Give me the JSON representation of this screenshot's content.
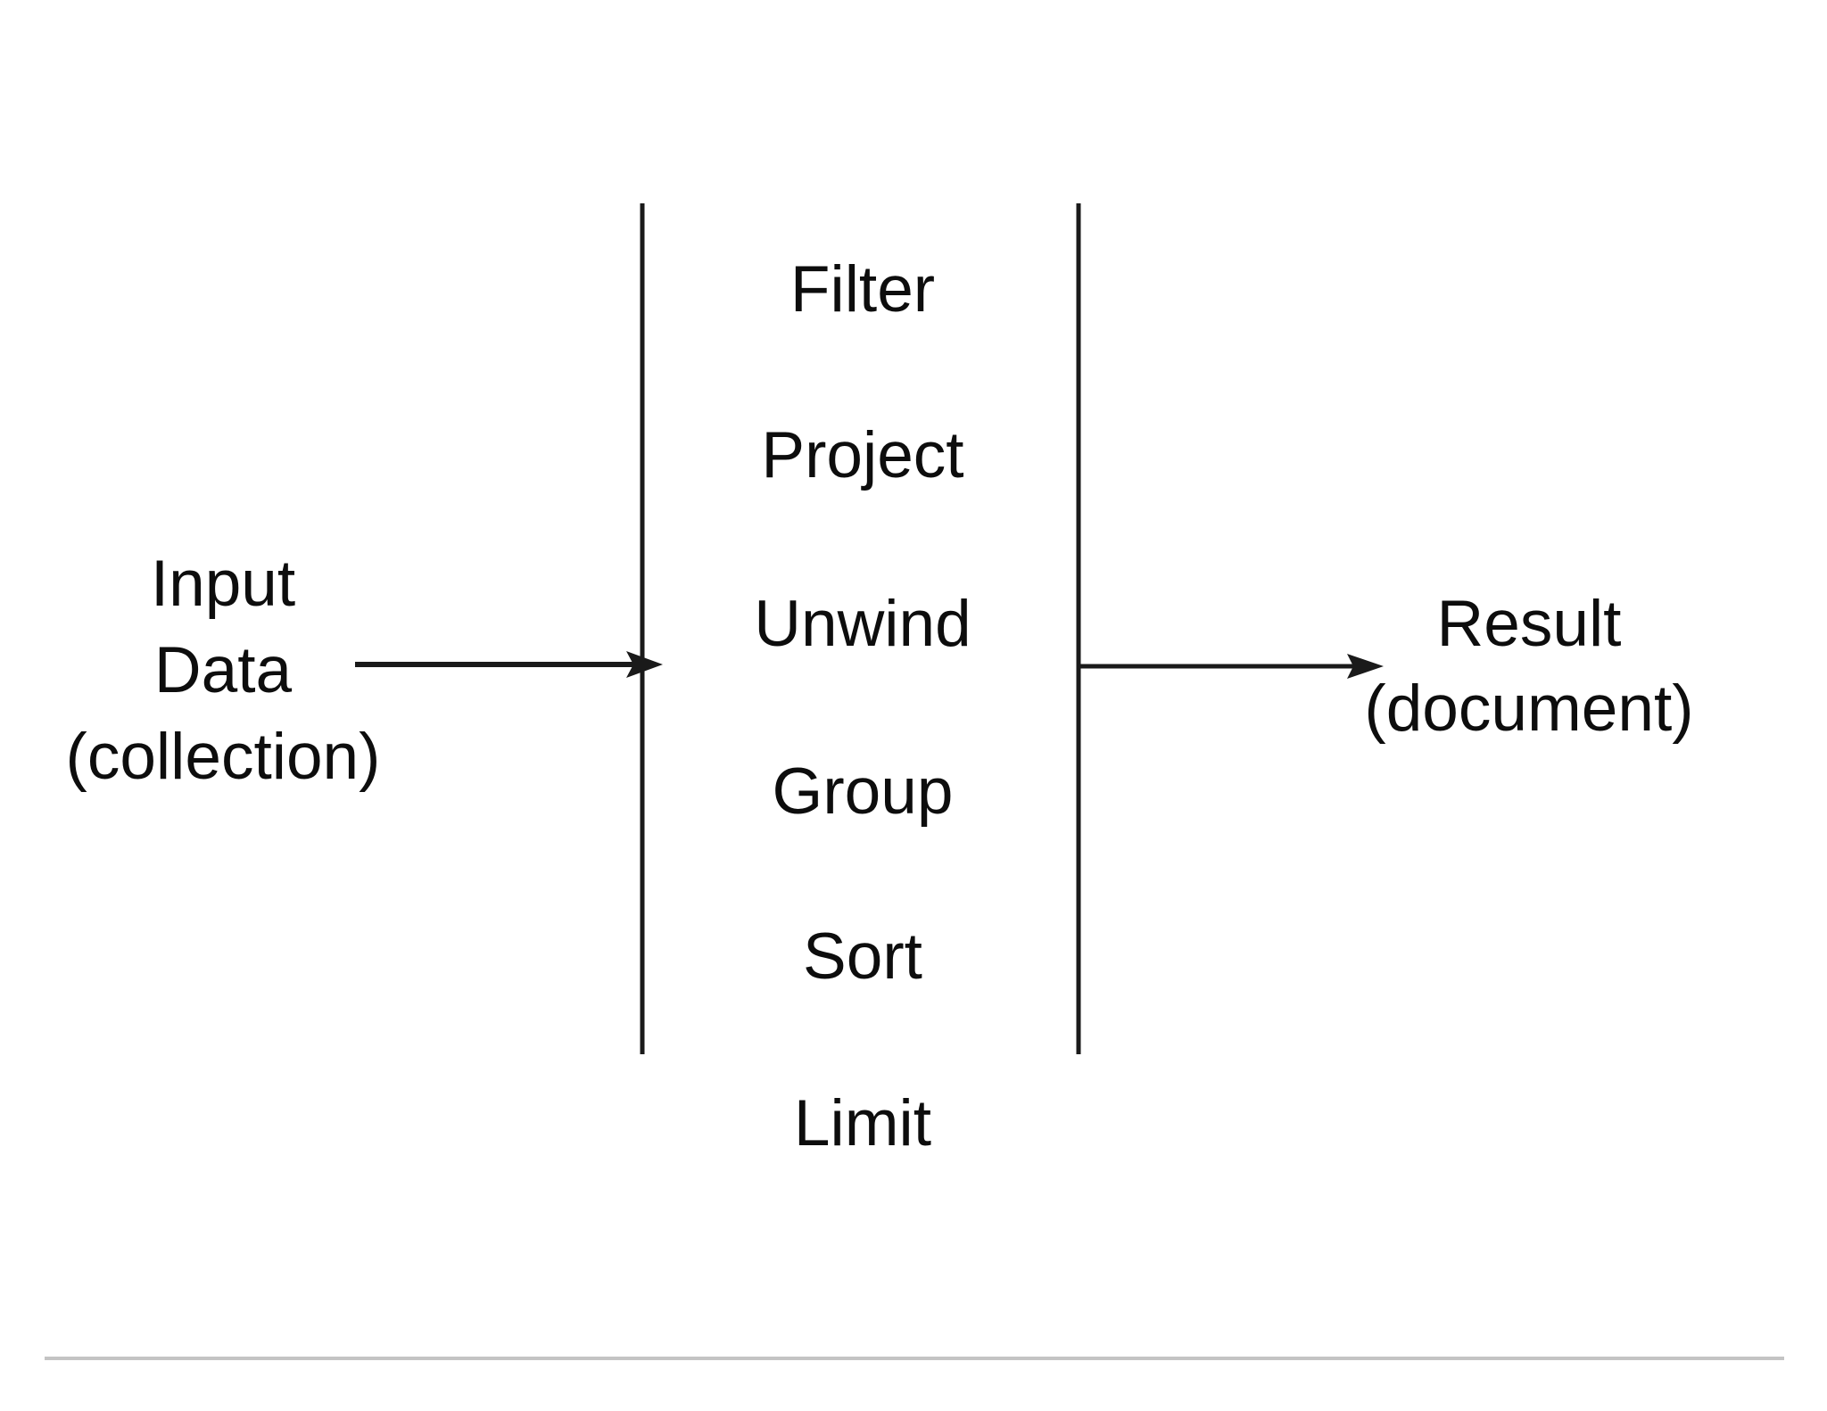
{
  "diagram": {
    "input": {
      "line1": "Input",
      "line2": "Data",
      "line3": "(collection)"
    },
    "stages": [
      "Filter",
      "Project",
      "Unwind",
      "Group",
      "Sort",
      "Limit"
    ],
    "result": {
      "line1": "Result",
      "line2": "(document)"
    },
    "colors": {
      "stroke": "#1a1a1a",
      "text": "#0d0d0d",
      "divider": "#c4c4c4",
      "background": "#ffffff"
    }
  }
}
